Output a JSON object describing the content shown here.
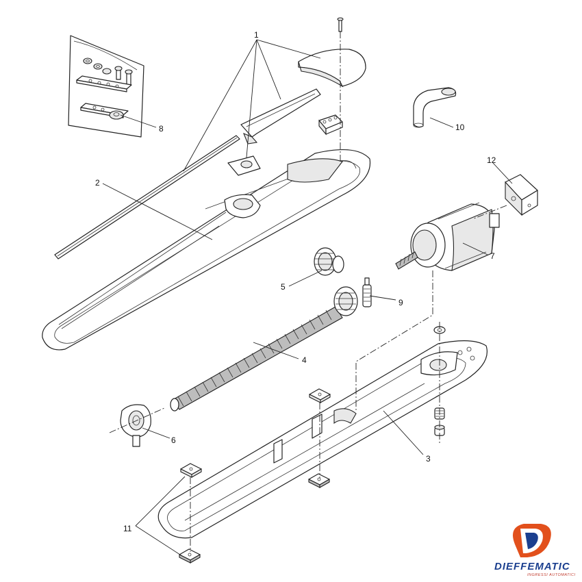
{
  "callouts": {
    "c1": "1",
    "c2": "2",
    "c3": "3",
    "c4": "4",
    "c5": "5",
    "c6": "6",
    "c7": "7",
    "c8": "8",
    "c9": "9",
    "c10": "10",
    "c11": "11",
    "c12": "12"
  },
  "logo": {
    "brand": "DIEFFEMATIC",
    "tagline": "INGRESSI AUTOMATICI",
    "monogram": "D",
    "brand_color": "#1b3f8f",
    "accent_color": "#e2501c"
  },
  "colors": {
    "line": "#222222",
    "background": "#ffffff"
  }
}
